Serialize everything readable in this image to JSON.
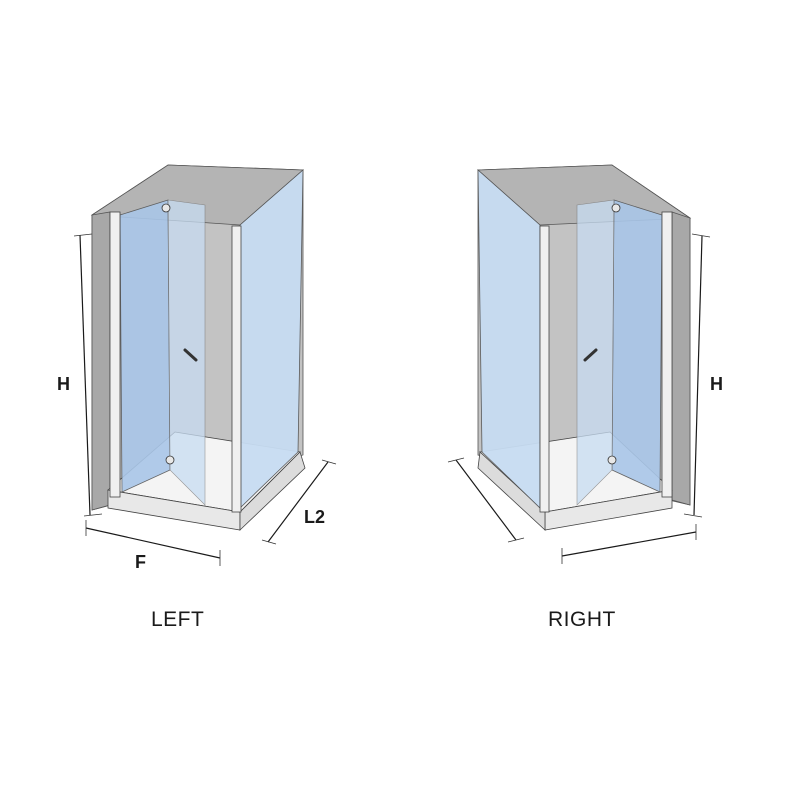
{
  "left_diagram": {
    "caption": "LEFT",
    "dimensions": {
      "height": "H",
      "front": "F",
      "side": "L2"
    }
  },
  "right_diagram": {
    "caption": "RIGHT",
    "dimensions": {
      "height": "H"
    }
  },
  "colors": {
    "glass": "#c7dcf2",
    "glass_dark": "#a9c6e8",
    "wall": "#bdbdbd",
    "wall_dark": "#9e9e9e",
    "tray": "#f4f4f4",
    "outline": "#1a1a1a"
  }
}
